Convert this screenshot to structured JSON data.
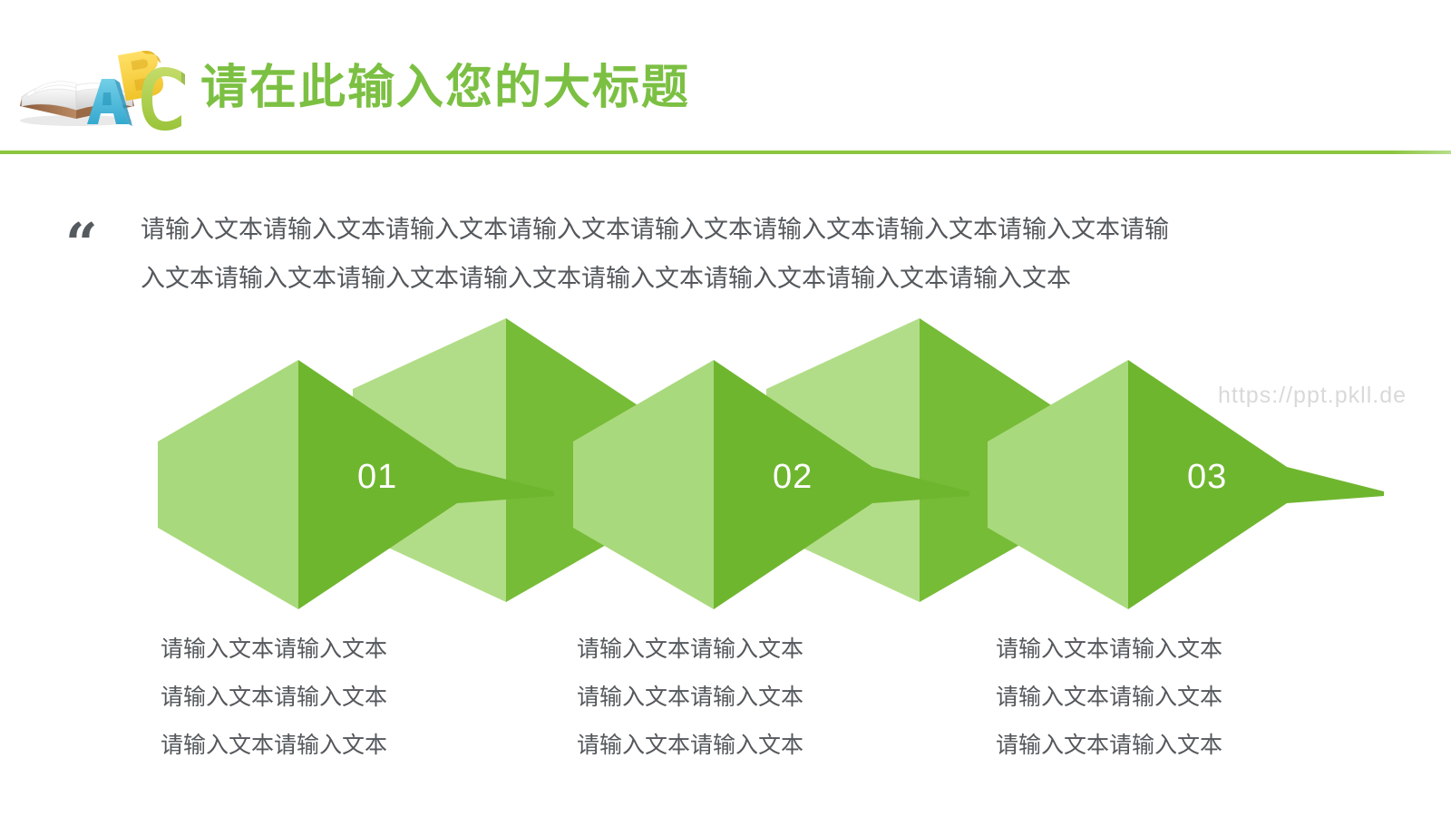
{
  "header": {
    "title": "请在此输入您的大标题",
    "logo_name": "abc-book-logo",
    "divider_color": "#8cc63f",
    "title_color": "#7cc043"
  },
  "quote": {
    "mark": "“",
    "lines": [
      "请输入文本请输入文本请输入文本请输入文本请输入文本请输入文本请输入文本请输入文本请输",
      "入文本请输入文本请输入文本请输入文本请输入文本请输入文本请输入文本请输入文本"
    ]
  },
  "diagram": {
    "colors": {
      "light_green": "#a9d97d",
      "light_green_2": "#b2dd88",
      "dark_green": "#76bc36",
      "dark_green_2": "#6fb62f"
    },
    "shapes": [
      {
        "name": "shape-01",
        "number": "01",
        "row": "low"
      },
      {
        "name": "shape-divider-a",
        "number": "",
        "row": "high"
      },
      {
        "name": "shape-02",
        "number": "02",
        "row": "low"
      },
      {
        "name": "shape-divider-b",
        "number": "",
        "row": "high"
      },
      {
        "name": "shape-03",
        "number": "03",
        "row": "low"
      }
    ]
  },
  "watermark": {
    "text": "https://ppt.pkll.de"
  },
  "captions": [
    {
      "name": "caption-column-1",
      "lines": [
        "请输入文本请输入文本",
        "请输入文本请输入文本",
        "请输入文本请输入文本"
      ]
    },
    {
      "name": "caption-column-2",
      "lines": [
        "请输入文本请输入文本",
        "请输入文本请输入文本",
        "请输入文本请输入文本"
      ]
    },
    {
      "name": "caption-column-3",
      "lines": [
        "请输入文本请输入文本",
        "请输入文本请输入文本",
        "请输入文本请输入文本"
      ]
    }
  ]
}
